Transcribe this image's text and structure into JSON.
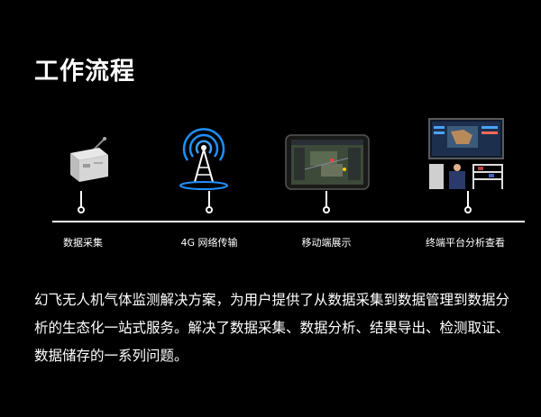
{
  "page": {
    "title": "工作流程",
    "description": "幻飞无人机气体监测解决方案，为用户提供了从数据采集到数据管理到数据分析的生态化一站式服务。解决了数据采集、数据分析、结果导出、检测取证、数据储存的一系列问题。"
  },
  "stages": [
    {
      "label": "数据采集",
      "icon": "gas-sensor-device-icon"
    },
    {
      "label": "4G 网络传输",
      "icon": "signal-tower-icon"
    },
    {
      "label": "移动端展示",
      "icon": "tablet-map-icon"
    },
    {
      "label": "终端平台分析查看",
      "icon": "monitor-workstation-icon"
    }
  ],
  "colors": {
    "background": "#000000",
    "text": "#ffffff",
    "signal_accent": "#1e90ff"
  }
}
